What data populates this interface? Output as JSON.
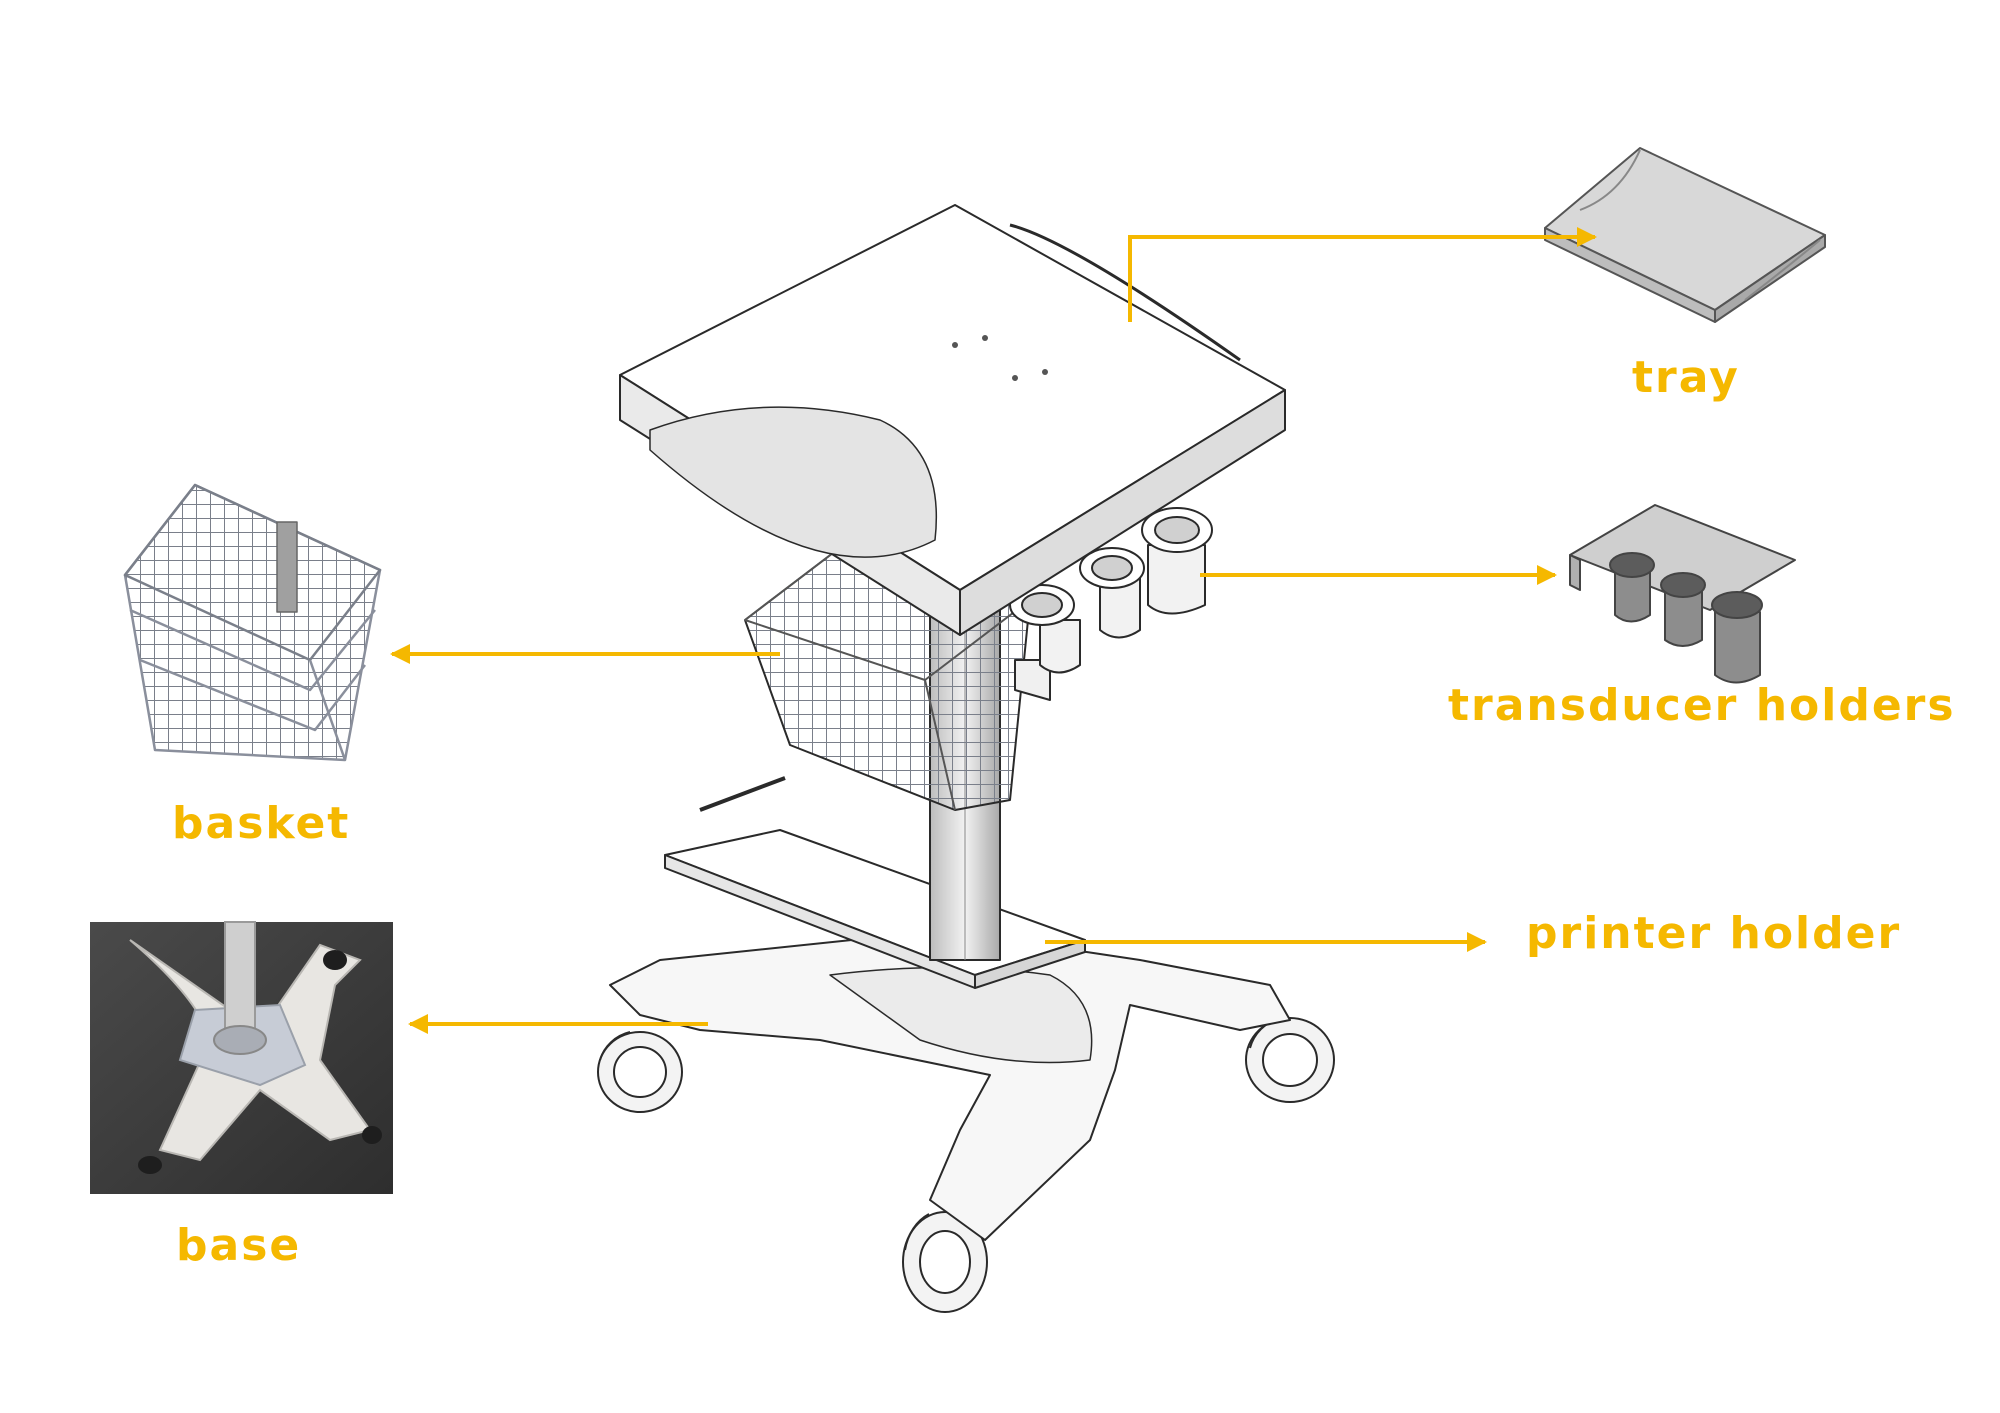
{
  "labels": {
    "tray": "tray",
    "transducer_holders": "transducer holders",
    "basket": "basket",
    "printer_holder": "printer holder",
    "base": "base"
  },
  "colors": {
    "accent": "#f5b800",
    "outline": "#2a2a2a",
    "part_fill": "#ffffff",
    "shade": "#e6e6e6",
    "tray_fill": "#d8d8d8",
    "photo_bg": "#3d3d3d"
  }
}
